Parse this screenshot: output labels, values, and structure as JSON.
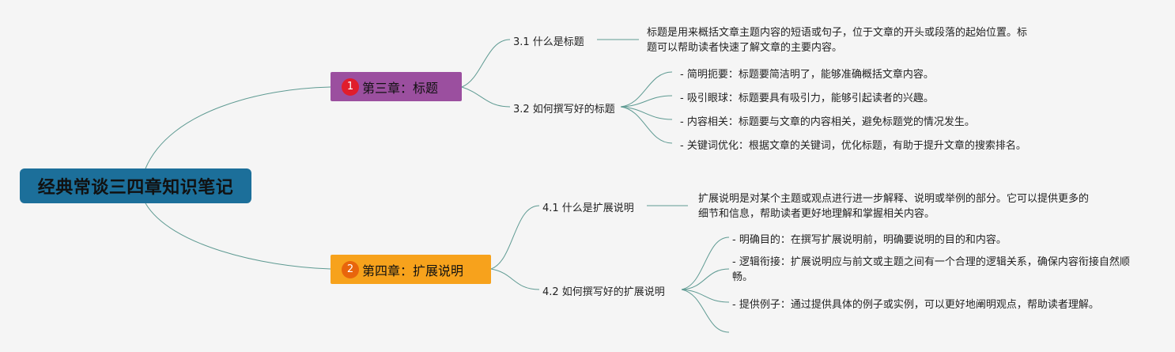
{
  "root": {
    "title": "经典常谈三四章知识笔记"
  },
  "chapters": [
    {
      "badge": "1",
      "title": "第三章：标题",
      "sections": [
        {
          "title": "3.1 什么是标题",
          "text": "标题是用来概括文章主题内容的短语或句子，位于文章的开头或段落的起始位置。标题可以帮助读者快速了解文章的主要内容。"
        },
        {
          "title": "3.2 如何撰写好的标题",
          "items": [
            "- 简明扼要：标题要简洁明了，能够准确概括文章内容。",
            "- 吸引眼球：标题要具有吸引力，能够引起读者的兴趣。",
            "- 内容相关：标题要与文章的内容相关，避免标题党的情况发生。",
            "- 关键词优化：根据文章的关键词，优化标题，有助于提升文章的搜索排名。"
          ]
        }
      ]
    },
    {
      "badge": "2",
      "title": "第四章：扩展说明",
      "sections": [
        {
          "title": "4.1 什么是扩展说明",
          "text": "扩展说明是对某个主题或观点进行进一步解释、说明或举例的部分。它可以提供更多的细节和信息，帮助读者更好地理解和掌握相关内容。"
        },
        {
          "title": "4.2 如何撰写好的扩展说明",
          "items": [
            "- 明确目的：在撰写扩展说明前，明确要说明的目的和内容。",
            "- 逻辑衔接：扩展说明应与前文或主题之间有一个合理的逻辑关系，确保内容衔接自然顺畅。",
            "- 提供例子：通过提供具体的例子或实例，可以更好地阐明观点，帮助读者理解。",
            ""
          ]
        }
      ]
    }
  ]
}
